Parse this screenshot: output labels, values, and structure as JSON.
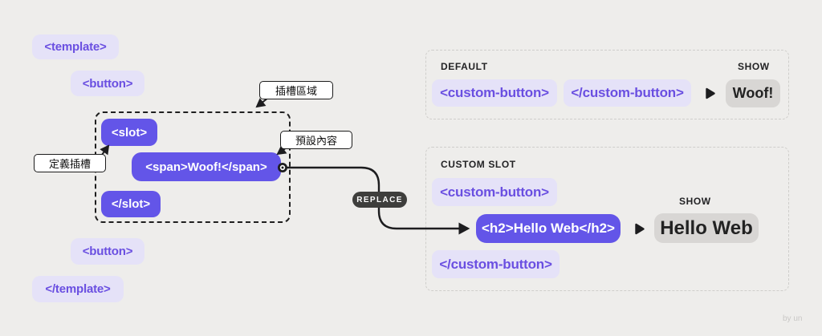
{
  "diagram": {
    "template_open": "<template>",
    "button_open": "<button>",
    "slot_open": "<slot>",
    "span_woof": "<span>Woof!</span>",
    "slot_close": "</slot>",
    "button_close": "<button>",
    "template_close": "</template>",
    "callouts": {
      "slot_area": "插槽區域",
      "default_content": "預設內容",
      "define_slot": "定義插槽"
    },
    "replace_badge": "REPLACE"
  },
  "default_panel": {
    "title": "DEFAULT",
    "show_label": "SHOW",
    "open_tag": "<custom-button>",
    "close_tag": "</custom-button>",
    "result": "Woof!"
  },
  "custom_panel": {
    "title": "CUSTOM SLOT",
    "show_label": "SHOW",
    "open_tag": "<custom-button>",
    "inserted_tag": "<h2>Hello Web</h2>",
    "close_tag": "</custom-button>",
    "result": "Hello Web"
  },
  "watermark": "by un",
  "icons": [
    "play-arrow-icon",
    "connector-endpoint-icon"
  ],
  "colors": {
    "background": "#eeedeb",
    "purple_solid": "#6355e8",
    "lavender_chip": "#e5e2f8",
    "chip_text": "#6a4fe1",
    "gray_chip": "#d8d6d4",
    "badge_bg": "#3e3e3c",
    "line": "#1d1d1f"
  }
}
